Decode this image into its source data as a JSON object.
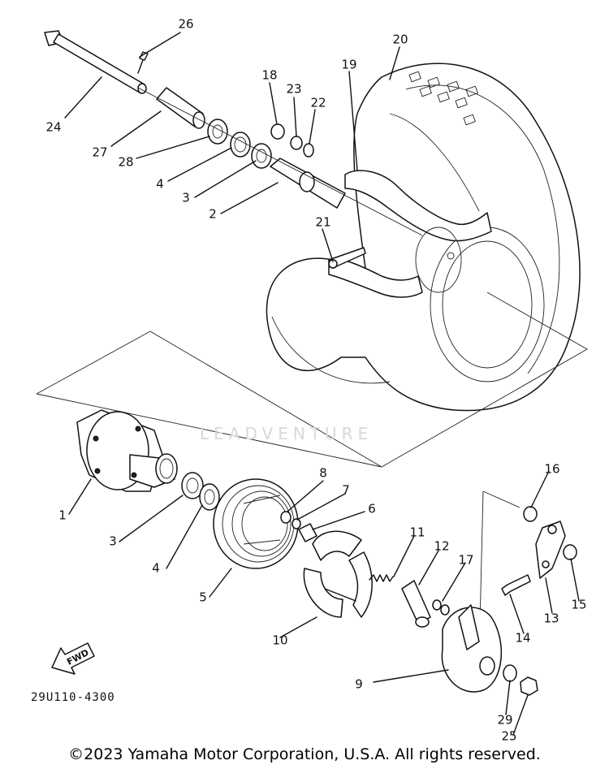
{
  "diagram": {
    "part_labels": [
      "26",
      "20",
      "19",
      "24",
      "18",
      "23",
      "22",
      "27",
      "28",
      "4",
      "3",
      "2",
      "21",
      "1",
      "3",
      "4",
      "5",
      "8",
      "7",
      "6",
      "16",
      "11",
      "12",
      "17",
      "10",
      "13",
      "14",
      "15",
      "9",
      "29",
      "25"
    ],
    "drawing_code": "29U110-4300",
    "fwd_label": "FWD",
    "watermark": "LEADVENTURE",
    "copyright": "©2023 Yamaha Motor Corporation, U.S.A. All rights reserved."
  }
}
